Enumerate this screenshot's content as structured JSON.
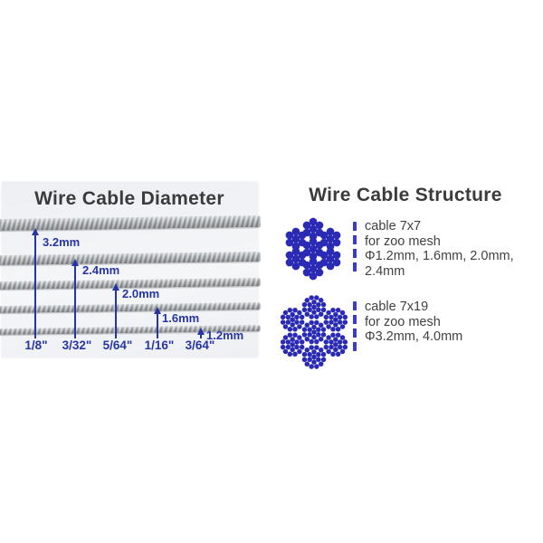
{
  "page": {
    "background": "#ffffff"
  },
  "left": {
    "title": "Wire Cable Diameter",
    "accent_color": "#2535a3",
    "cables": [
      {
        "mm": "3.2mm",
        "inch": "1/8\""
      },
      {
        "mm": "2.4mm",
        "inch": "3/32\""
      },
      {
        "mm": "2.0mm",
        "inch": "5/64\""
      },
      {
        "mm": "1.6mm",
        "inch": "1/16\""
      },
      {
        "mm": "1.2mm",
        "inch": "3/64\""
      }
    ]
  },
  "right": {
    "title": "Wire Cable Structure",
    "dot_color": "#2a2ab5",
    "dash_color": "#3c3cbe",
    "items": [
      {
        "structure": "7x7",
        "lines": [
          "cable 7x7",
          "for zoo mesh",
          "Φ1.2mm, 1.6mm, 2.0mm,",
          "2.4mm"
        ]
      },
      {
        "structure": "7x19",
        "lines": [
          "cable 7x19",
          "for zoo mesh",
          "Φ3.2mm, 4.0mm"
        ]
      }
    ]
  }
}
